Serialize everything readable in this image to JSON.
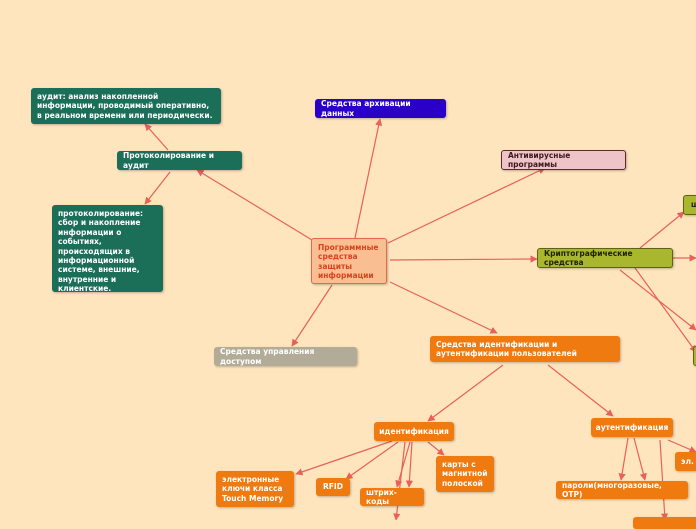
{
  "mindmap": {
    "center": "Программные средства защиты информации",
    "nodes": {
      "audit_note": "аудит: анализ накопленной информации, проводимый оперативно, в реальном времени или периодически.",
      "logging_audit": "Протоколирование и аудит",
      "logging_note": "протоколирование: сбор и накопление информации о событиях, происходящих в информационной системе, внешние, внутренние и клиентские.",
      "archiving": "Средства архивации данных",
      "antivirus": "Антивирусные программы",
      "crypto": "Криптографические средства",
      "crypto_child_top": "ш",
      "access_control": "Средства управления доступом",
      "identification_auth": "Средства идентификации и аутентификации пользователей",
      "identification": "идентификация",
      "authentication": "аутентификация",
      "touch_memory": "электронные ключи класса Touch Memory",
      "rfid": "RFID",
      "barcodes": "штрих-коды",
      "magnetic_cards": "карты с магнитной полоской",
      "passwords": "пароли(многоразовые, OTP)",
      "el": "эл."
    },
    "colors": {
      "background": "#ffe5bd",
      "edge": "#e8605a",
      "teal": "#1b6e57",
      "blue": "#2a00c8",
      "pink": "#efc4c9",
      "olive": "#a9b72f",
      "gray": "#b2ab98",
      "orange": "#ef7a10",
      "center": "#f9bf93"
    }
  }
}
